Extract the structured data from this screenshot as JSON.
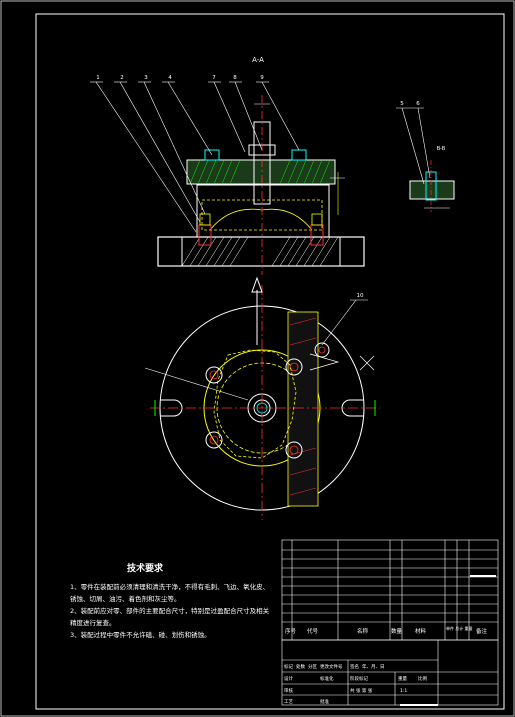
{
  "drawing": {
    "section_label": "A-A",
    "detail_label": "B-B",
    "part_callouts_main": [
      "1",
      "2",
      "3",
      "4",
      "7",
      "8",
      "9"
    ],
    "part_callouts_detail": [
      "5",
      "6"
    ],
    "part_callout_plan": "10"
  },
  "tech_requirements": {
    "title": "技术要求",
    "lines": [
      "1、零件在装配前必须清理和清洗干净，不得有毛刺、飞边、氧化皮、",
      "锈蚀、切屑、油污、着色剂和灰尘等。",
      "2、装配前应对零、部件的主要配合尺寸，特别是过盈配合尺寸及相关",
      "精度进行复查。",
      "3、装配过程中零件不允许磕、碰、划伤和锈蚀。"
    ]
  },
  "bom_header": {
    "seq": "序号",
    "code": "代号",
    "name": "名称",
    "qty": "数量",
    "material": "材料",
    "weight": "单件 总计 重量",
    "remark": "备注"
  },
  "title_block": {
    "cells": [
      "标记",
      "处数",
      "分区",
      "更改文件号",
      "签名",
      "年、月、日",
      "设计",
      "标准化",
      "阶段标记",
      "重量",
      "比例",
      "审核",
      "工艺",
      "批准",
      "共 张 第 张",
      "1:1"
    ]
  },
  "colors": {
    "background": "#000000",
    "outline": "#ffffff",
    "section_lines": "#ff3030",
    "hidden_lines": "#ffff00",
    "bolts": "#00ffff",
    "hatch": "#00ff00",
    "callouts": "#ffffff"
  }
}
